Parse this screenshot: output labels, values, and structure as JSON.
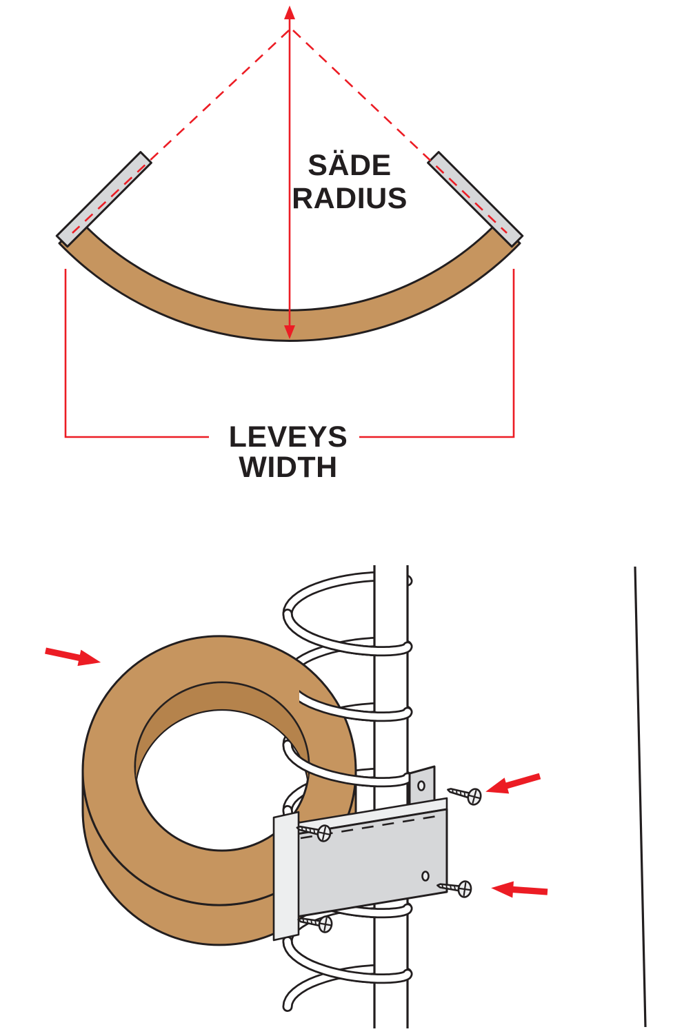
{
  "diagram_top": {
    "radius_label_line1": "SÄDE",
    "radius_label_line2": "RADIUS",
    "width_label_line1": "LEVEYS",
    "width_label_line2": "WIDTH"
  },
  "colors": {
    "wood": "#C6955F",
    "wood-dark": "#B5834C",
    "red": "#EC1C24",
    "metal": "#D6D7D9",
    "metal-light": "#EDEEEF",
    "outline": "#221E1F"
  }
}
